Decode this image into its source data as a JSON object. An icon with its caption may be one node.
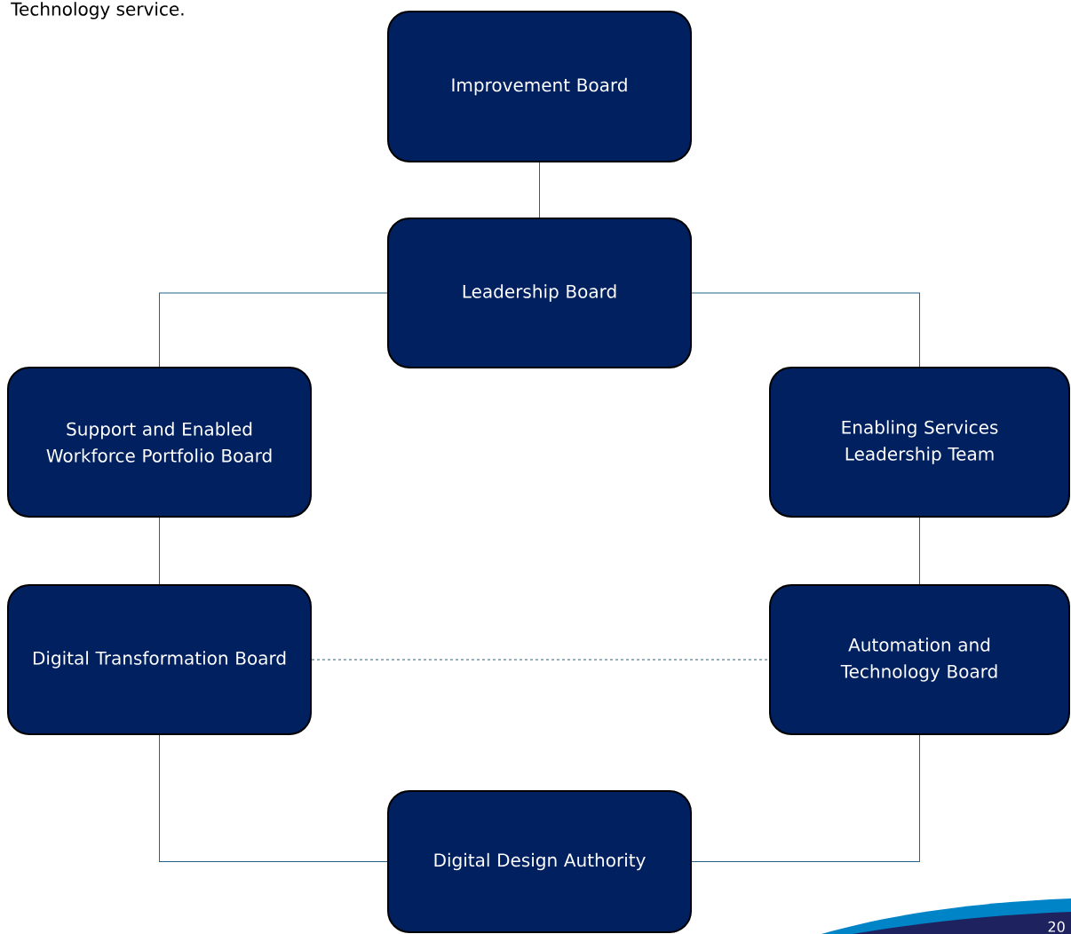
{
  "diagram": {
    "nodes": [
      {
        "text": [
          "Improvement Board"
        ]
      },
      {
        "text": [
          "Leadership Board"
        ]
      },
      {
        "text": [
          "Support and Enabled Workforce Portfolio Board"
        ]
      },
      {
        "text": [
          "Enabling Services Leadership Team"
        ]
      },
      {
        "text": [
          "Digital Transformation Board"
        ]
      },
      {
        "text": [
          "Automation and Technology Board"
        ]
      },
      {
        "text": [
          "Digital Design Authority"
        ]
      }
    ],
    "edges": [
      {
        "from": 0,
        "to": 1,
        "arrow": "none"
      },
      {
        "from": 1,
        "to": 2,
        "arrow": "none"
      },
      {
        "from": 1,
        "to": 3,
        "arrow": "none"
      },
      {
        "from": 2,
        "to": 4,
        "arrow": "none"
      },
      {
        "from": 3,
        "to": 5,
        "arrow": "none"
      },
      {
        "from": 4,
        "to": 5,
        "arrow": "none",
        "style": "dashed"
      },
      {
        "from": 4,
        "to": 6,
        "arrow": "none"
      },
      {
        "from": 5,
        "to": 6,
        "arrow": "none"
      }
    ],
    "labels": [
      "Technology service.",
      "20"
    ]
  }
}
